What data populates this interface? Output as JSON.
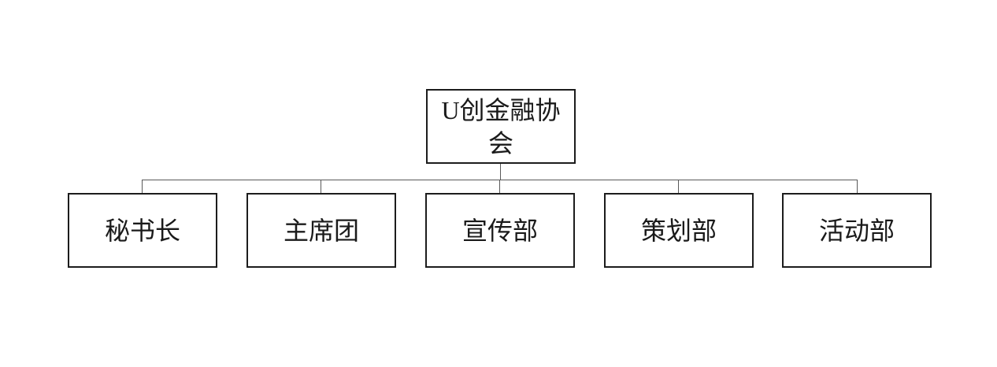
{
  "org_chart": {
    "root": {
      "label": "U创金融协会"
    },
    "children": [
      {
        "label": "秘书长"
      },
      {
        "label": "主席团"
      },
      {
        "label": "宣传部"
      },
      {
        "label": "策划部"
      },
      {
        "label": "活动部"
      }
    ]
  },
  "colors": {
    "background": "#ffffff",
    "box_border": "#1c1c1c",
    "connector_line": "#595959",
    "text": "#1a1a1a"
  }
}
